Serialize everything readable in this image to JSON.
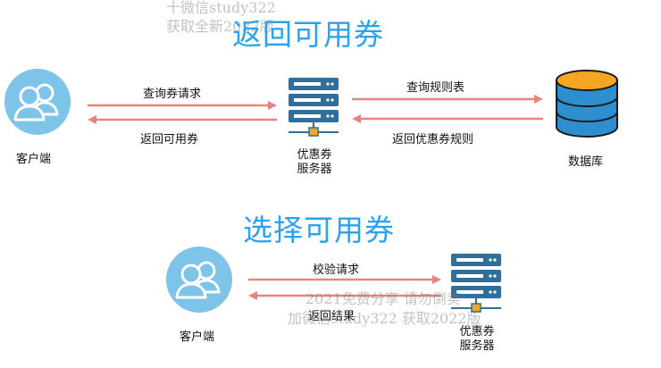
{
  "section1": {
    "title": "返回可用券",
    "client_label": "客户端",
    "server_label_line1": "优惠券",
    "server_label_line2": "服务器",
    "db_label": "数据库",
    "arrow_query_coupon_request": "查询券请求",
    "arrow_return_available_coupon": "返回可用券",
    "arrow_query_rule_table": "查询规则表",
    "arrow_return_coupon_rules": "返回优惠券规则"
  },
  "section2": {
    "title": "选择可用券",
    "client_label": "客户端",
    "server_label_line1": "优惠券",
    "server_label_line2": "服务器",
    "arrow_verify_request": "校验请求",
    "arrow_return_result": "返回结果"
  },
  "watermark_top": {
    "line1": "十微信study322",
    "line2": "获取全新2022版"
  },
  "watermark_bottom": {
    "line1": "2021免费分享 请勿倒卖",
    "line2": "加微信study322 获取2022版"
  },
  "colors": {
    "title": "#29a3ef",
    "arrow": "#e8847e",
    "client_icon": "#7ec3e8",
    "server_unit": "#2f6f9a",
    "db_body": "#2e8fd0",
    "db_top": "#f5a623"
  }
}
